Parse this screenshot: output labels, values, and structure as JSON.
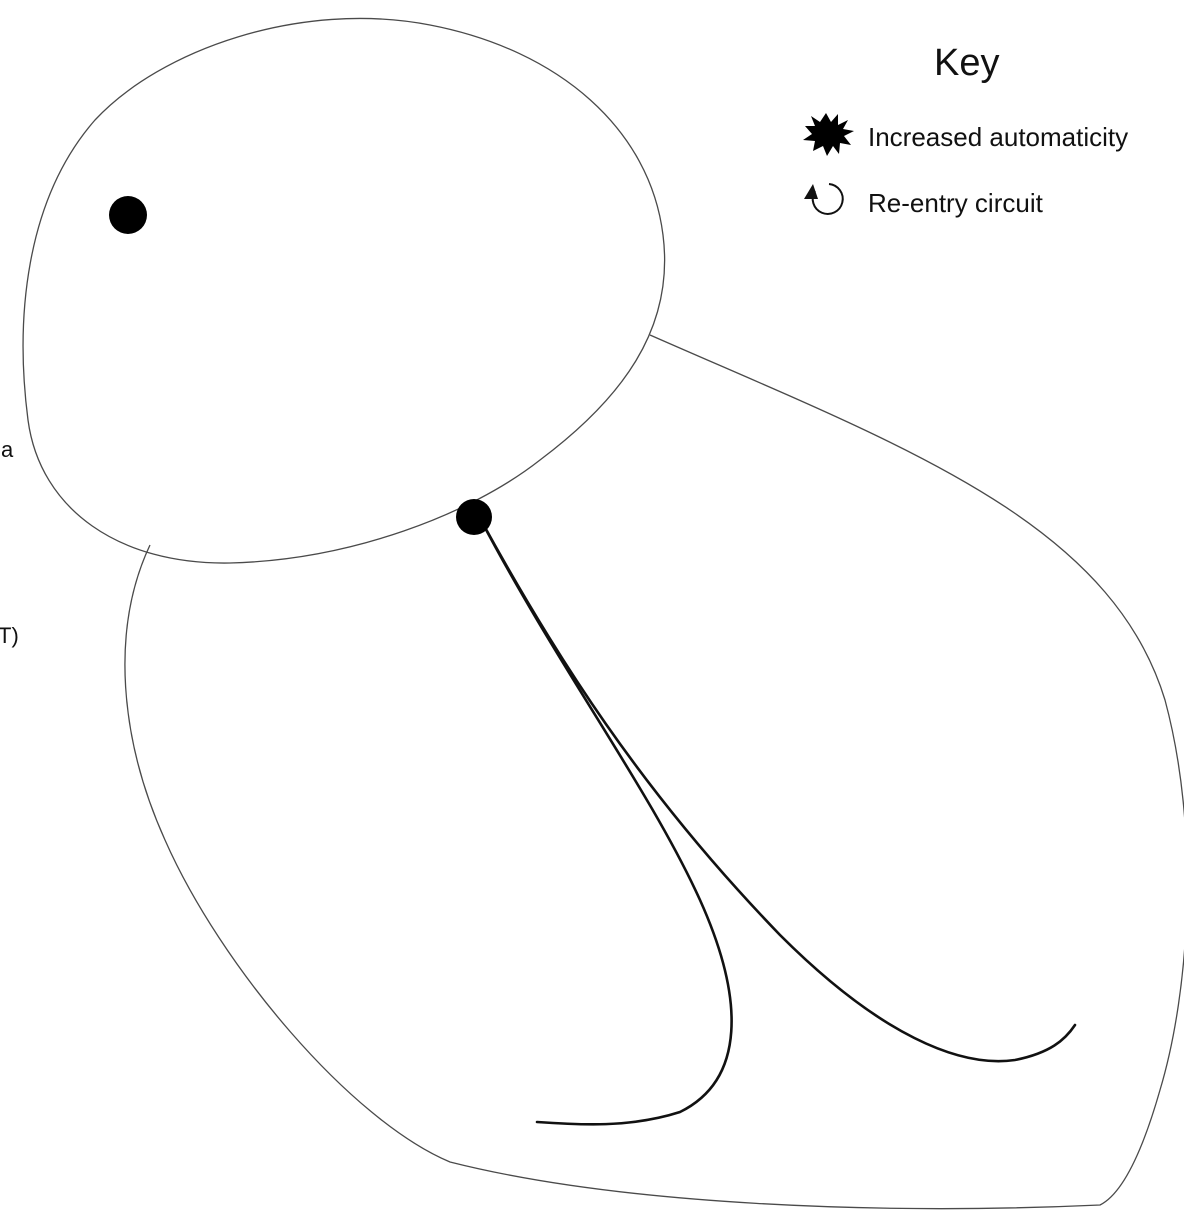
{
  "key": {
    "title": "Key",
    "items": [
      {
        "label": "Increased automaticity",
        "icon": "starburst-icon"
      },
      {
        "label": "Re-entry circuit",
        "icon": "circular-arrow-icon"
      }
    ]
  },
  "edge_fragments": [
    "a",
    "T)"
  ],
  "colors": {
    "outline": "#4a4a4a",
    "conduction": "#111111",
    "node": "#000000"
  }
}
